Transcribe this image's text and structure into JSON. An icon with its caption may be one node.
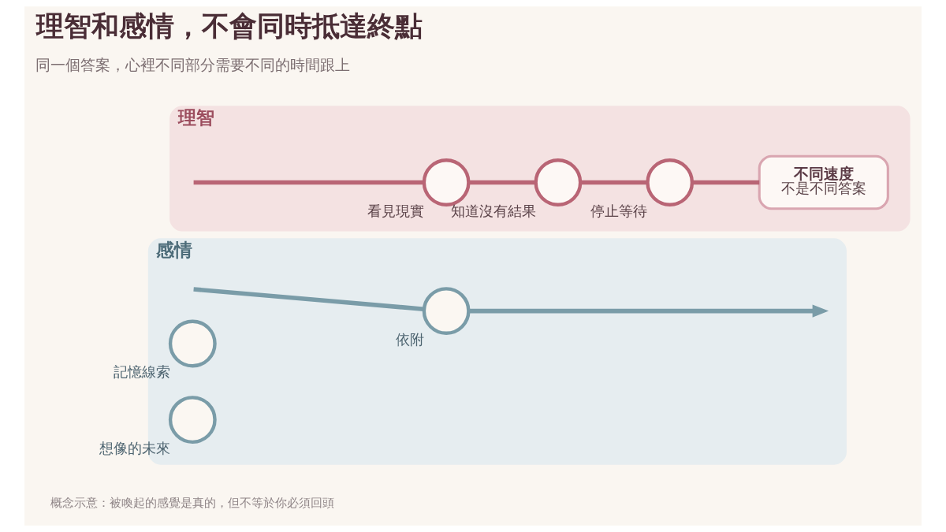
{
  "diagram": {
    "title": "理智和感情，不會同時抵達終點",
    "caption": "概念示意：被喚起的感覺是真的，但不等於你必須回頭",
    "nodes": [
      {
        "text": [
          "理智"
        ]
      },
      {
        "text": [],
        "shape": "circle",
        "in": 0,
        "beside": [
          "看見現實"
        ]
      },
      {
        "text": [],
        "shape": "circle",
        "in": 0,
        "beside": [
          "知道沒有結果"
        ]
      },
      {
        "text": [],
        "shape": "circle",
        "in": 0,
        "beside": [
          "停止等待"
        ]
      },
      {
        "text": [
          "不同速度",
          "不是不同答案"
        ],
        "in": 0
      },
      {
        "text": [
          "感情"
        ]
      },
      {
        "text": [],
        "shape": "circle",
        "in": 5,
        "beside": [
          "依附"
        ]
      },
      {
        "text": [],
        "shape": "circle",
        "in": 5,
        "beside": [
          "記憶線索"
        ]
      },
      {
        "text": [],
        "shape": "circle",
        "in": 5,
        "beside": [
          "想像的未來"
        ]
      }
    ],
    "edges": [
      {
        "from": null,
        "to": 1,
        "arrow": "none"
      },
      {
        "from": 1,
        "to": 2,
        "arrow": "none"
      },
      {
        "from": 2,
        "to": 3,
        "arrow": "none"
      },
      {
        "from": 3,
        "to": 4,
        "arrow": "none"
      },
      {
        "from": 6,
        "to": null,
        "arrow": "to",
        "color": "#7a9ca8"
      },
      {
        "from": null,
        "to": 6,
        "arrow": "none",
        "color": "#7a9ca8"
      }
    ],
    "labels": [
      "同一個答案，心裡不同部分需要不同的時間跟上"
    ]
  }
}
